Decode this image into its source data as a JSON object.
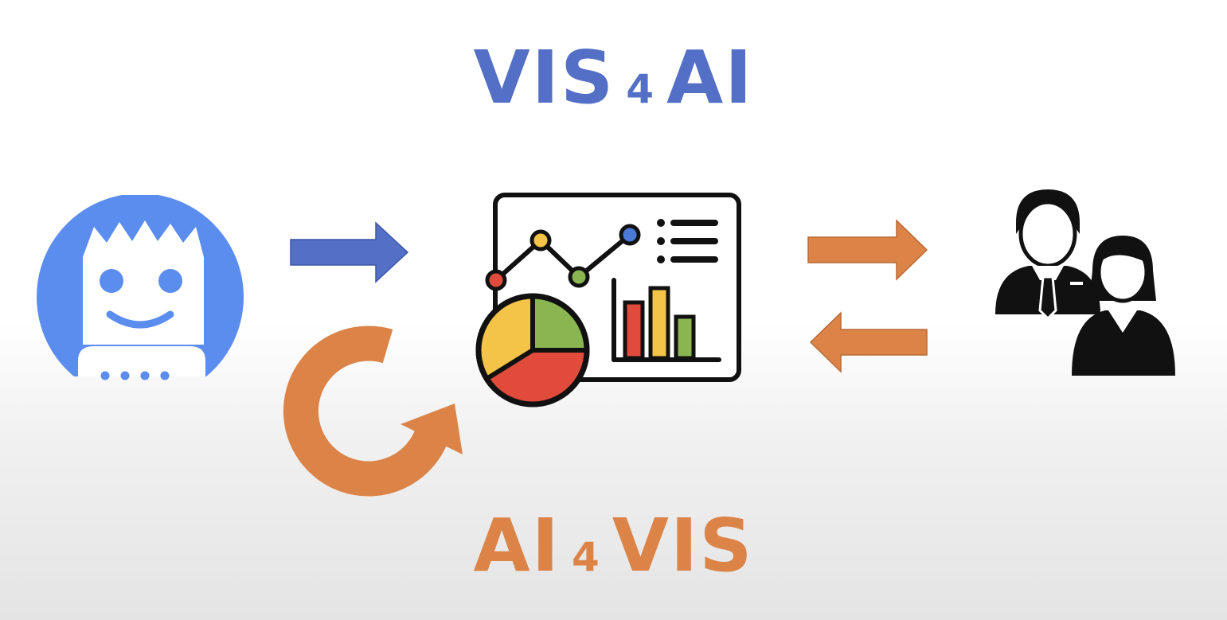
{
  "top_title": {
    "left": "VIS",
    "connector": "4",
    "right": "AI"
  },
  "bottom_title": {
    "left": "AI",
    "connector": "4",
    "right": "VIS"
  },
  "colors": {
    "blue": "#5470c6",
    "orange": "#dc8448",
    "black": "#111111"
  },
  "icons": {
    "ai": "robot-face-icon",
    "dashboard": "analytics-dashboard-icon",
    "users": "business-people-icon",
    "feedback": "circular-refresh-arrow-icon"
  }
}
